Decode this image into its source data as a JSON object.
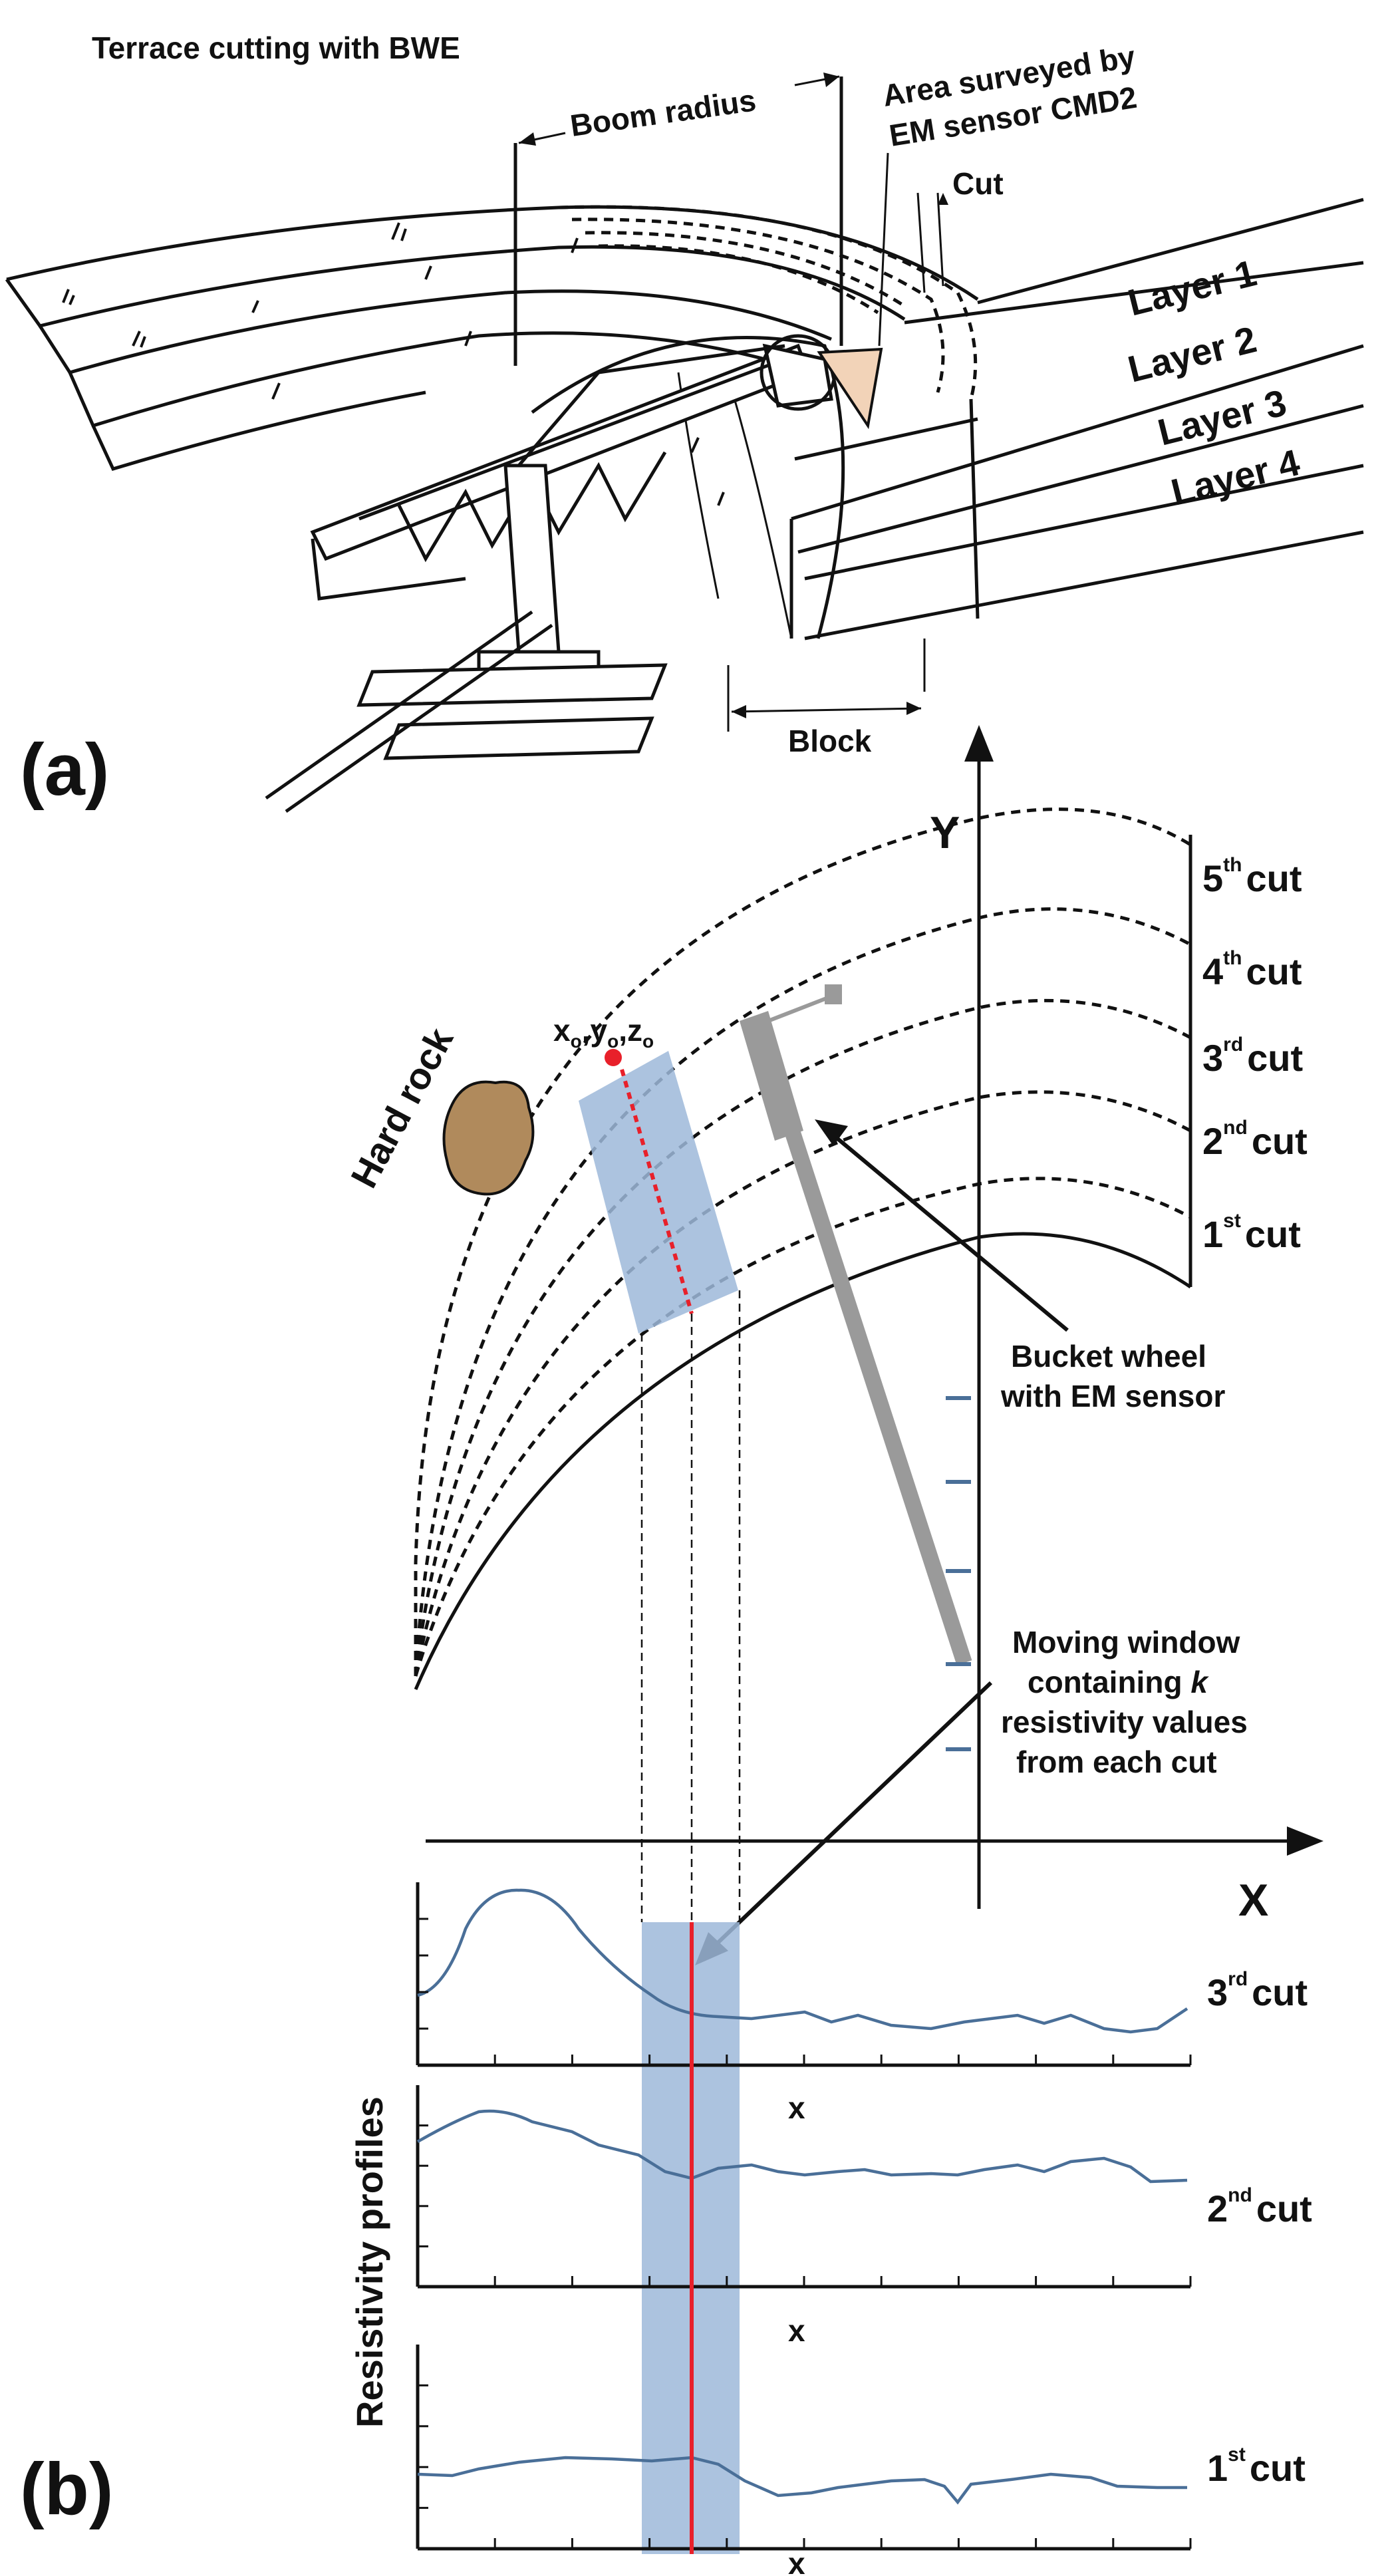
{
  "panel_a": {
    "panel_label": "(a)",
    "title": "Terrace cutting with BWE",
    "boom_radius": "Boom radius",
    "area_surveyed_line1": "Area surveyed by",
    "area_surveyed_line2": "EM sensor CMD2",
    "cut": "Cut",
    "layers": [
      "Layer 1",
      "Layer 2",
      "Layer 3",
      "Layer 4"
    ],
    "block": "Block"
  },
  "panel_b": {
    "panel_label": "(b)",
    "axis_y": "Y",
    "axis_x": "X",
    "hard_rock": "Hard rock",
    "point_label": "x",
    "point_label_full": "xo,yo,zo",
    "cuts": [
      {
        "num": "5",
        "sup": "th",
        "word": "cut"
      },
      {
        "num": "4",
        "sup": "th",
        "word": "cut"
      },
      {
        "num": "3",
        "sup": "rd",
        "word": "cut"
      },
      {
        "num": "2",
        "sup": "nd",
        "word": "cut"
      },
      {
        "num": "1",
        "sup": "st",
        "word": "cut"
      }
    ],
    "bucket_line1": "Bucket wheel",
    "bucket_line2": "with EM sensor",
    "window_line1": "Moving window",
    "window_line2_a": "containing",
    "window_line2_b": "k",
    "window_line3": "resistivity values",
    "window_line4": "from each cut",
    "profiles_ylabel": "Resistivity profiles",
    "profile_cuts": [
      {
        "num": "3",
        "sup": "rd",
        "word": "cut"
      },
      {
        "num": "2",
        "sup": "nd",
        "word": "cut"
      },
      {
        "num": "1",
        "sup": "st",
        "word": "cut"
      }
    ],
    "profile_xlabel": "x"
  },
  "colors": {
    "window_fill": "#9db8d9",
    "profile_line": "#4a6f98",
    "marker_red": "#e8202a",
    "rock": "#b08a5c",
    "bucket_gray": "#9a9a9a"
  }
}
